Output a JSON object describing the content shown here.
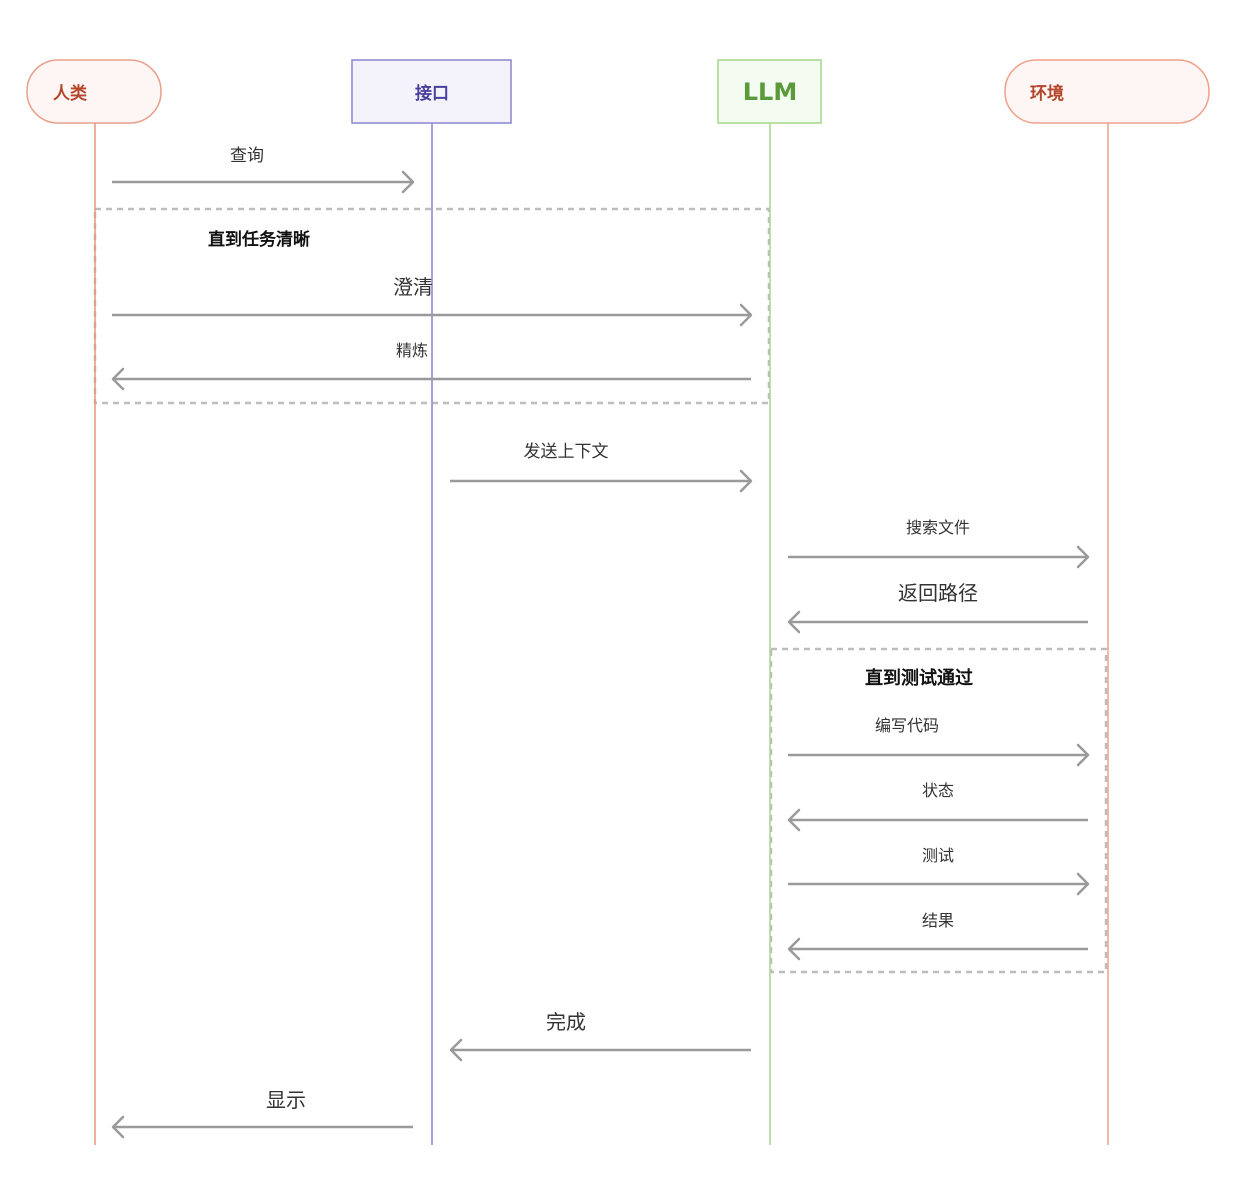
{
  "colors": {
    "human": "#e9967a",
    "interface": "#8a86d0",
    "llm": "#a6d68a",
    "env": "#f0a08a",
    "arrow": "#9a9a9a",
    "loop_border": "#bdbdbd"
  },
  "actors": {
    "human": {
      "label": "人类",
      "text_color": "#b5452b",
      "fill": "#fdf6f4",
      "stroke": "#e9a08a"
    },
    "interface": {
      "label": "接口",
      "text_color": "#4a3f9b",
      "fill": "#f4f3fb",
      "stroke": "#8a86d0"
    },
    "llm": {
      "label": "LLM",
      "text_color": "#5a9a3a",
      "fill": "#f4fbf0",
      "stroke": "#a6d68a"
    },
    "env": {
      "label": "环境",
      "text_color": "#b5452b",
      "fill": "#fdf6f4",
      "stroke": "#f0a08a"
    }
  },
  "loops": {
    "clarify": {
      "label": "直到任务清晰"
    },
    "test": {
      "label": "直到测试通过"
    }
  },
  "messages": {
    "query": "查询",
    "clarify": "澄清",
    "refine": "精炼",
    "send_context": "发送上下文",
    "search_files": "搜索文件",
    "return_path": "返回路径",
    "write_code": "编写代码",
    "status": "状态",
    "test": "测试",
    "result": "结果",
    "done": "完成",
    "display": "显示"
  }
}
